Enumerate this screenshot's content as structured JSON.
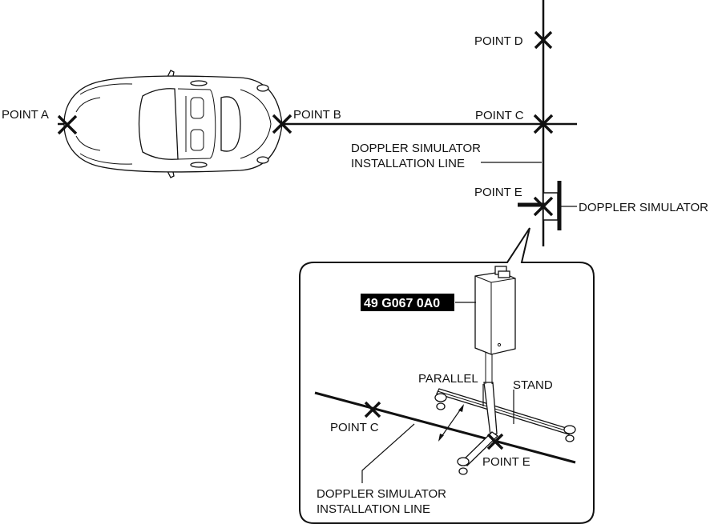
{
  "labels": {
    "point_a": "POINT A",
    "point_b": "POINT B",
    "point_c": "POINT C",
    "point_d": "POINT D",
    "point_e": "POINT E",
    "installation_line_1": "DOPPLER SIMULATOR",
    "installation_line_2": "INSTALLATION LINE",
    "doppler_simulator": "DOPPLER SIMULATOR"
  },
  "detail": {
    "part_number": "49 G067 0A0",
    "parallel": "PARALLEL",
    "stand": "STAND",
    "point_c": "POINT C",
    "point_e": "POINT E",
    "installation_line_1": "DOPPLER SIMULATOR",
    "installation_line_2": "INSTALLATION LINE"
  },
  "colors": {
    "ink": "#111111",
    "background": "#ffffff",
    "badge": "#000000"
  }
}
